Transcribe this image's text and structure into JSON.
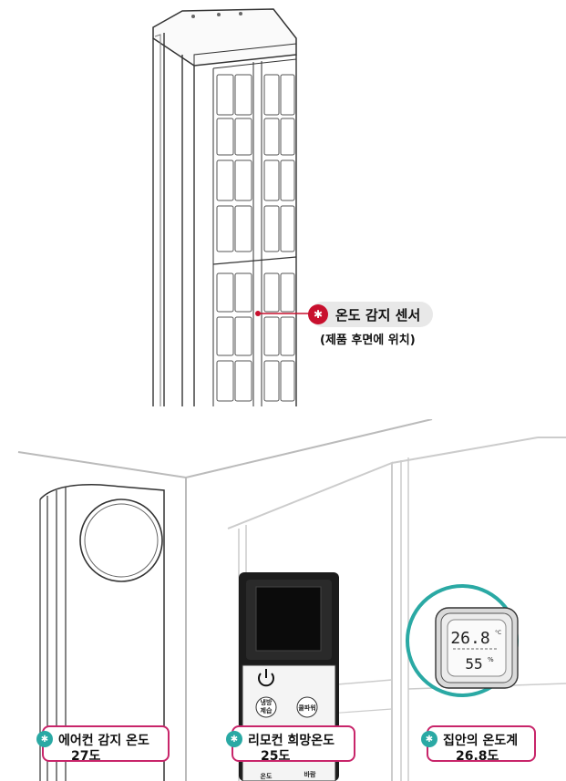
{
  "sensor_callout": {
    "label": "온도 감지 센서",
    "sublabel": "(제품 후면에 위치)"
  },
  "remote": {
    "btn_mode": "냉방\n제습",
    "btn_power_wind": "쿨파워",
    "btn_temp": "온도",
    "btn_wind": "바람"
  },
  "thermometer": {
    "temperature": "26.8",
    "temp_unit": "°C",
    "humidity": "55",
    "humidity_unit": "%"
  },
  "callouts": [
    {
      "title": "에어컨 감지 온도",
      "value": "27도"
    },
    {
      "title": "리모컨 희망온도",
      "value": "25도"
    },
    {
      "title": "집안의 온도계",
      "value": "26.8도"
    }
  ],
  "colors": {
    "accent_red": "#c8102e",
    "accent_pink": "#c8256a",
    "accent_teal": "#2aa9a4"
  }
}
